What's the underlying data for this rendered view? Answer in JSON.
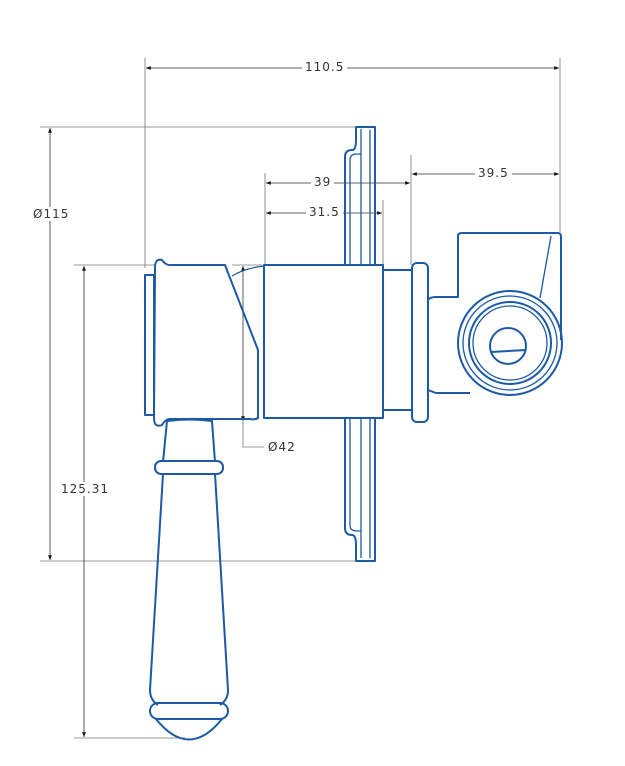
{
  "dimensions": {
    "overall_width": "110.5",
    "flange_diameter": "Ø115",
    "body_depth": "39",
    "body_depth_inner": "31.5",
    "outlet_offset": "39.5",
    "body_diameter": "Ø42",
    "handle_height": "125.31"
  },
  "colors": {
    "part_outline": "#1b5aa6",
    "dimension_line": "#333333"
  }
}
